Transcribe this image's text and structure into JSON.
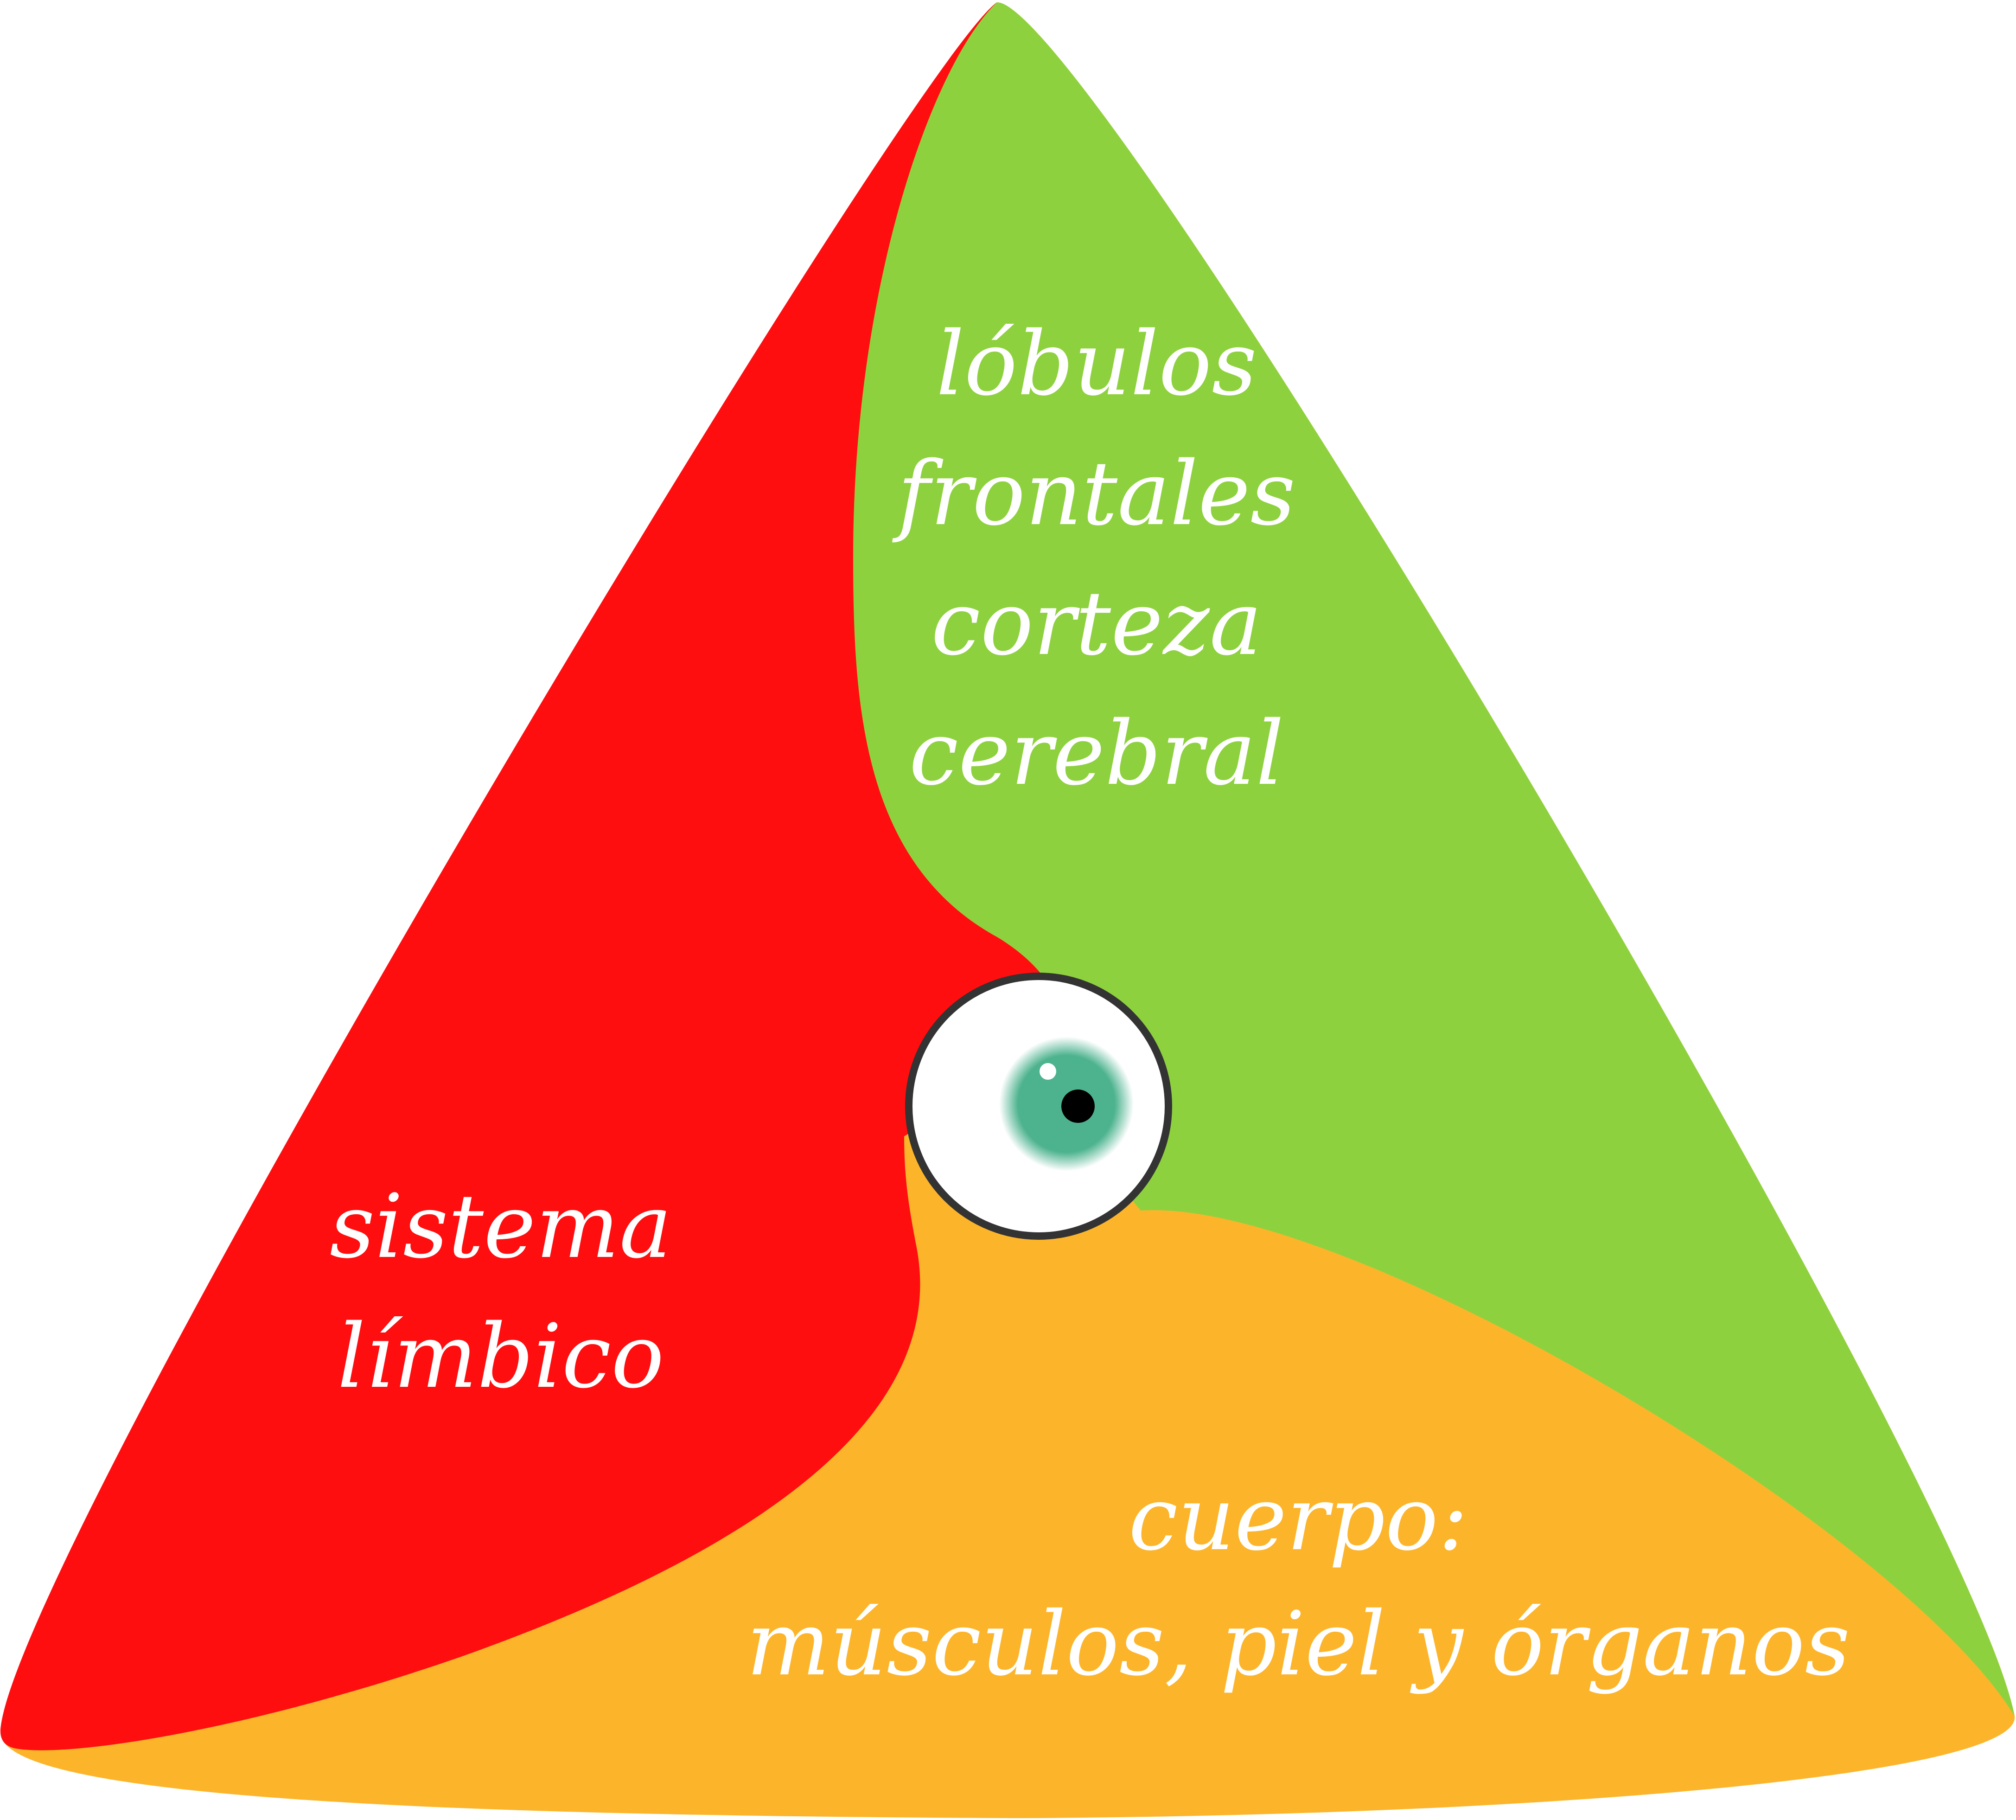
{
  "diagram": {
    "regions": {
      "frontal": {
        "lines": [
          "lóbulos",
          "frontales",
          "corteza",
          "cerebral"
        ],
        "color": "#8ED13E"
      },
      "limbic": {
        "lines": [
          "sistema",
          "límbico"
        ],
        "color": "#FF0E10"
      },
      "body": {
        "lines": [
          "cuerpo:",
          "músculos, piel y órganos"
        ],
        "color": "#FCB52B"
      }
    },
    "eye": {
      "outline_color": "#333333",
      "iris_color": "#4DB38F",
      "pupil_color": "#000000"
    },
    "text_color": "#FFFFFF"
  }
}
